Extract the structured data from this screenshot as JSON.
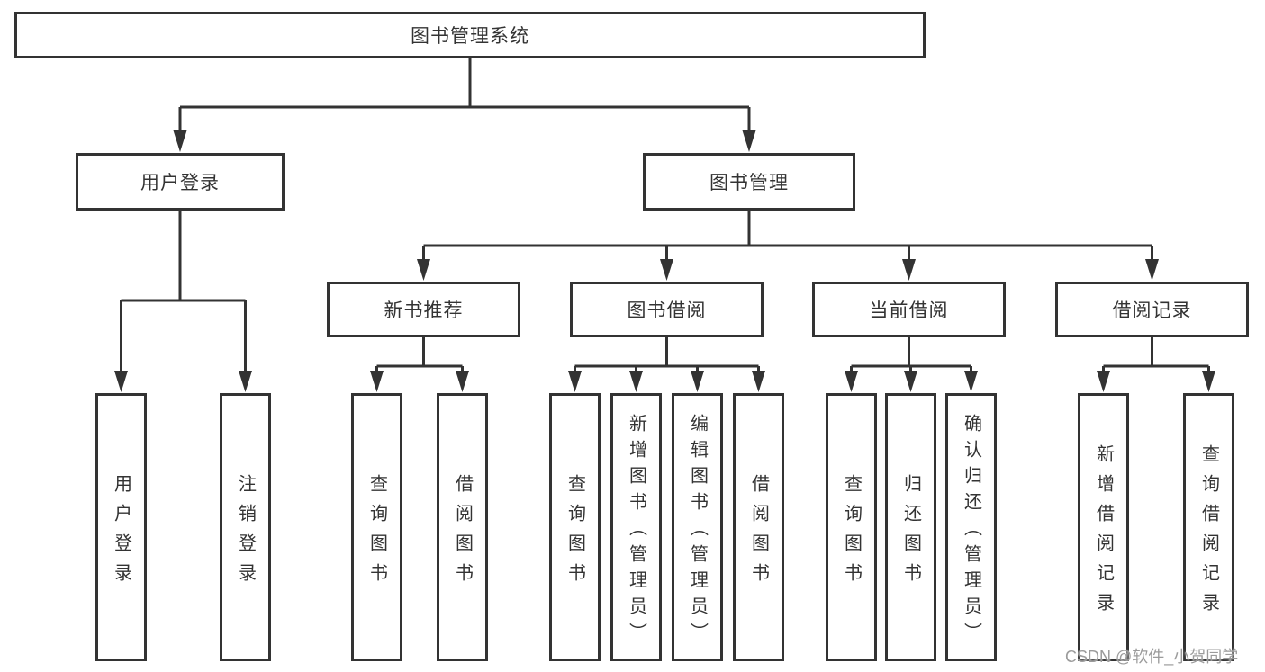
{
  "diagram": {
    "type": "hierarchy-tree",
    "root": {
      "label": "图书管理系统"
    },
    "level2": [
      {
        "label": "用户登录",
        "parent": "图书管理系统"
      },
      {
        "label": "图书管理",
        "parent": "图书管理系统"
      }
    ],
    "level3": [
      {
        "label": "新书推荐",
        "parent": "图书管理"
      },
      {
        "label": "图书借阅",
        "parent": "图书管理"
      },
      {
        "label": "当前借阅",
        "parent": "图书管理"
      },
      {
        "label": "借阅记录",
        "parent": "图书管理"
      }
    ],
    "leaves": [
      {
        "label": "用户登录",
        "parent": "用户登录"
      },
      {
        "label": "注销登录",
        "parent": "用户登录"
      },
      {
        "label": "查询图书",
        "parent": "新书推荐"
      },
      {
        "label": "借阅图书",
        "parent": "新书推荐"
      },
      {
        "label": "查询图书",
        "parent": "图书借阅"
      },
      {
        "label": "新增图书（管理员）",
        "parent": "图书借阅"
      },
      {
        "label": "编辑图书（管理员）",
        "parent": "图书借阅"
      },
      {
        "label": "借阅图书",
        "parent": "图书借阅"
      },
      {
        "label": "查询图书",
        "parent": "当前借阅"
      },
      {
        "label": "归还图书",
        "parent": "当前借阅"
      },
      {
        "label": "确认归还（管理员）",
        "parent": "当前借阅"
      },
      {
        "label": "新增借阅记录",
        "parent": "借阅记录"
      },
      {
        "label": "查询借阅记录",
        "parent": "借阅记录"
      }
    ]
  },
  "watermark": {
    "text": "CSDN @软件_小贺同学"
  },
  "colors": {
    "line": "#333333",
    "box_border": "#333333",
    "box_fill": "#ffffff",
    "text": "#333333",
    "watermark": "#9b9b9b",
    "background": "#ffffff"
  }
}
